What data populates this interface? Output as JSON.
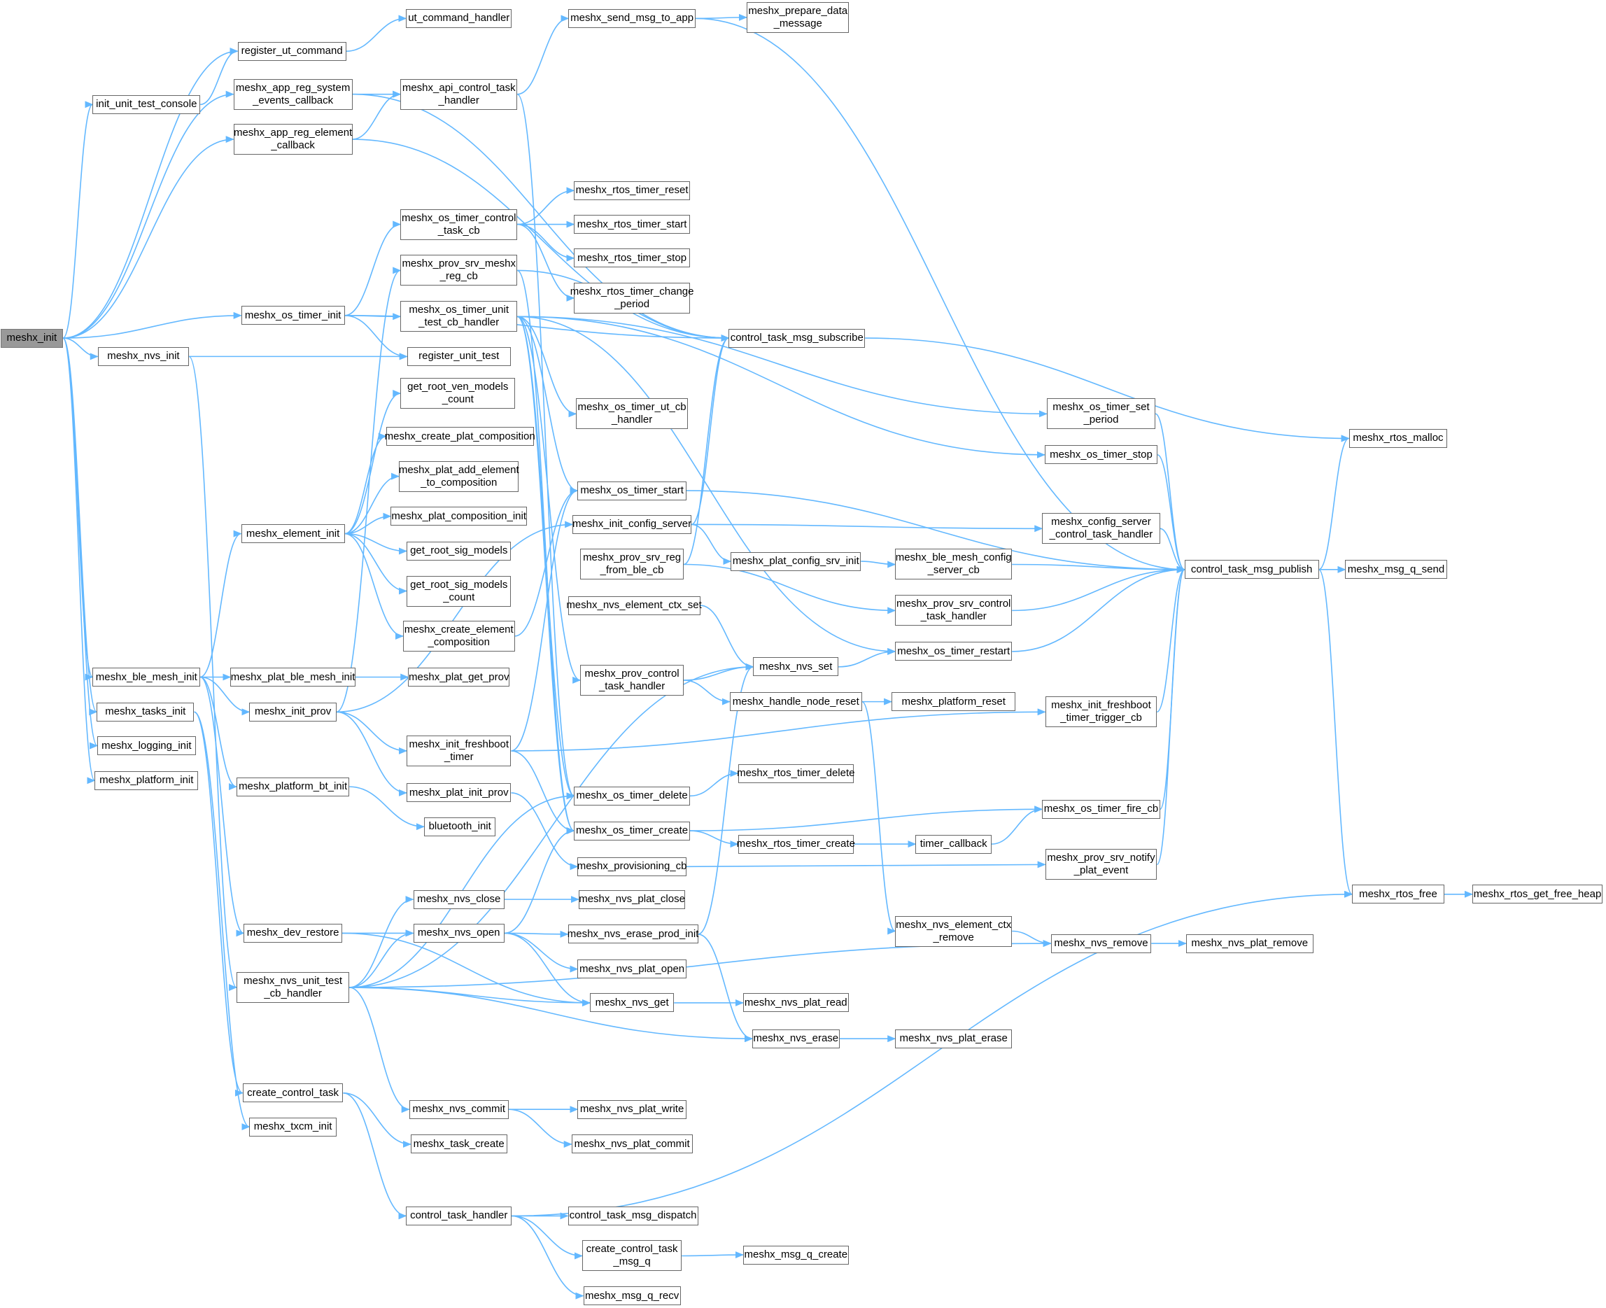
{
  "colors": {
    "edge": "#63b8ff",
    "border": "#666666",
    "root_fill": "#999999"
  },
  "nodes": [
    {
      "id": "init",
      "label": [
        "meshx_init"
      ],
      "root": true
    },
    {
      "id": "reg_ut",
      "label": [
        "register_ut_command"
      ]
    },
    {
      "id": "ut_h",
      "label": [
        "ut_command_handler"
      ]
    },
    {
      "id": "iutc",
      "label": [
        "init_unit_test_console"
      ]
    },
    {
      "id": "regsys",
      "label": [
        "meshx_app_reg_system",
        "_events_callback"
      ]
    },
    {
      "id": "regel",
      "label": [
        "meshx_app_reg_element",
        "_callback"
      ]
    },
    {
      "id": "apictl",
      "label": [
        "meshx_api_control_task",
        "_handler"
      ]
    },
    {
      "id": "sendapp",
      "label": [
        "meshx_send_msg_to_app"
      ]
    },
    {
      "id": "prepdata",
      "label": [
        "meshx_prepare_data",
        "_message"
      ]
    },
    {
      "id": "rt_reset",
      "label": [
        "meshx_rtos_timer_reset"
      ]
    },
    {
      "id": "rt_start",
      "label": [
        "meshx_rtos_timer_start"
      ]
    },
    {
      "id": "rt_stop",
      "label": [
        "meshx_rtos_timer_stop"
      ]
    },
    {
      "id": "rt_chg",
      "label": [
        "meshx_rtos_timer_change",
        "_period"
      ]
    },
    {
      "id": "ot_ctl",
      "label": [
        "meshx_os_timer_control",
        "_task_cb"
      ]
    },
    {
      "id": "prov_reg",
      "label": [
        "meshx_prov_srv_meshx",
        "_reg_cb"
      ]
    },
    {
      "id": "ot_ut",
      "label": [
        "meshx_os_timer_unit",
        "_test_cb_handler"
      ]
    },
    {
      "id": "ot_init",
      "label": [
        "meshx_os_timer_init"
      ]
    },
    {
      "id": "reg_unit",
      "label": [
        "register_unit_test"
      ]
    },
    {
      "id": "nvs_init",
      "label": [
        "meshx_nvs_init"
      ]
    },
    {
      "id": "subscribe",
      "label": [
        "control_task_msg_subscribe"
      ]
    },
    {
      "id": "ven_cnt",
      "label": [
        "get_root_ven_models",
        "_count"
      ]
    },
    {
      "id": "plat_comp",
      "label": [
        "meshx_create_plat_composition"
      ]
    },
    {
      "id": "add_el",
      "label": [
        "meshx_plat_add_element",
        "_to_composition"
      ]
    },
    {
      "id": "comp_init",
      "label": [
        "meshx_plat_composition_init"
      ]
    },
    {
      "id": "sig",
      "label": [
        "get_root_sig_models"
      ]
    },
    {
      "id": "sig_cnt",
      "label": [
        "get_root_sig_models",
        "_count"
      ]
    },
    {
      "id": "el_comp",
      "label": [
        "meshx_create_element",
        "_composition"
      ]
    },
    {
      "id": "el_init",
      "label": [
        "meshx_element_init"
      ]
    },
    {
      "id": "ot_utcb",
      "label": [
        "meshx_os_timer_ut_cb",
        "_handler"
      ]
    },
    {
      "id": "ot_start",
      "label": [
        "meshx_os_timer_start"
      ]
    },
    {
      "id": "cfg_srv",
      "label": [
        "meshx_init_config_server"
      ]
    },
    {
      "id": "prov_ble",
      "label": [
        "meshx_prov_srv_reg",
        "_from_ble_cb"
      ]
    },
    {
      "id": "ctx_set",
      "label": [
        "meshx_nvs_element_ctx_set"
      ]
    },
    {
      "id": "prov_ctl",
      "label": [
        "meshx_prov_control",
        "_task_handler"
      ]
    },
    {
      "id": "ot_setp",
      "label": [
        "meshx_os_timer_set",
        "_period"
      ]
    },
    {
      "id": "ot_stop",
      "label": [
        "meshx_os_timer_stop"
      ]
    },
    {
      "id": "cfg_ctl",
      "label": [
        "meshx_config_server",
        "_control_task_handler"
      ]
    },
    {
      "id": "plat_cfg",
      "label": [
        "meshx_plat_config_srv_init"
      ]
    },
    {
      "id": "ble_cfg",
      "label": [
        "meshx_ble_mesh_config",
        "_server_cb"
      ]
    },
    {
      "id": "prov_srv_ctl",
      "label": [
        "meshx_prov_srv_control",
        "_task_handler"
      ]
    },
    {
      "id": "ot_restart",
      "label": [
        "meshx_os_timer_restart"
      ]
    },
    {
      "id": "nvs_set",
      "label": [
        "meshx_nvs_set"
      ]
    },
    {
      "id": "node_reset",
      "label": [
        "meshx_handle_node_reset"
      ]
    },
    {
      "id": "plat_reset",
      "label": [
        "meshx_platform_reset"
      ]
    },
    {
      "id": "fb_trig",
      "label": [
        "meshx_init_freshboot",
        "_timer_trigger_cb"
      ]
    },
    {
      "id": "malloc",
      "label": [
        "meshx_rtos_malloc"
      ]
    },
    {
      "id": "publish",
      "label": [
        "control_task_msg_publish"
      ]
    },
    {
      "id": "q_send",
      "label": [
        "meshx_msg_q_send"
      ]
    },
    {
      "id": "ble_init",
      "label": [
        "meshx_ble_mesh_init"
      ]
    },
    {
      "id": "plat_ble",
      "label": [
        "meshx_plat_ble_mesh_init"
      ]
    },
    {
      "id": "get_prov",
      "label": [
        "meshx_plat_get_prov"
      ]
    },
    {
      "id": "tasks",
      "label": [
        "meshx_tasks_init"
      ]
    },
    {
      "id": "init_prov",
      "label": [
        "meshx_init_prov"
      ]
    },
    {
      "id": "logging",
      "label": [
        "meshx_logging_init"
      ]
    },
    {
      "id": "plat_init",
      "label": [
        "meshx_platform_init"
      ]
    },
    {
      "id": "fb_timer",
      "label": [
        "meshx_init_freshboot",
        "_timer"
      ]
    },
    {
      "id": "bt_init",
      "label": [
        "meshx_platform_bt_init"
      ]
    },
    {
      "id": "plat_iprov",
      "label": [
        "meshx_plat_init_prov"
      ]
    },
    {
      "id": "bluetooth",
      "label": [
        "bluetooth_init"
      ]
    },
    {
      "id": "ot_del",
      "label": [
        "meshx_os_timer_delete"
      ]
    },
    {
      "id": "rt_del",
      "label": [
        "meshx_rtos_timer_delete"
      ]
    },
    {
      "id": "ot_create",
      "label": [
        "meshx_os_timer_create"
      ]
    },
    {
      "id": "rt_create",
      "label": [
        "meshx_rtos_timer_create"
      ]
    },
    {
      "id": "tcb",
      "label": [
        "timer_callback"
      ]
    },
    {
      "id": "fire",
      "label": [
        "meshx_os_timer_fire_cb"
      ]
    },
    {
      "id": "provcb",
      "label": [
        "meshx_provisioning_cb"
      ]
    },
    {
      "id": "notify",
      "label": [
        "meshx_prov_srv_notify",
        "_plat_event"
      ]
    },
    {
      "id": "nvs_close",
      "label": [
        "meshx_nvs_close"
      ]
    },
    {
      "id": "p_close",
      "label": [
        "meshx_nvs_plat_close"
      ]
    },
    {
      "id": "restore",
      "label": [
        "meshx_dev_restore"
      ]
    },
    {
      "id": "nvs_open",
      "label": [
        "meshx_nvs_open"
      ]
    },
    {
      "id": "erase_prod",
      "label": [
        "meshx_nvs_erase_prod_init"
      ]
    },
    {
      "id": "ctx_rm",
      "label": [
        "meshx_nvs_element_ctx",
        "_remove"
      ]
    },
    {
      "id": "nvs_rm",
      "label": [
        "meshx_nvs_remove"
      ]
    },
    {
      "id": "p_rm",
      "label": [
        "meshx_nvs_plat_remove"
      ]
    },
    {
      "id": "free",
      "label": [
        "meshx_rtos_free"
      ]
    },
    {
      "id": "heap",
      "label": [
        "meshx_rtos_get_free_heap"
      ]
    },
    {
      "id": "nvs_ut",
      "label": [
        "meshx_nvs_unit_test",
        "_cb_handler"
      ]
    },
    {
      "id": "p_open",
      "label": [
        "meshx_nvs_plat_open"
      ]
    },
    {
      "id": "nvs_get",
      "label": [
        "meshx_nvs_get"
      ]
    },
    {
      "id": "p_read",
      "label": [
        "meshx_nvs_plat_read"
      ]
    },
    {
      "id": "nvs_erase",
      "label": [
        "meshx_nvs_erase"
      ]
    },
    {
      "id": "p_erase",
      "label": [
        "meshx_nvs_plat_erase"
      ]
    },
    {
      "id": "cct",
      "label": [
        "create_control_task"
      ]
    },
    {
      "id": "commit",
      "label": [
        "meshx_nvs_commit"
      ]
    },
    {
      "id": "p_write",
      "label": [
        "meshx_nvs_plat_write"
      ]
    },
    {
      "id": "p_commit",
      "label": [
        "meshx_nvs_plat_commit"
      ]
    },
    {
      "id": "txcm",
      "label": [
        "meshx_txcm_init"
      ]
    },
    {
      "id": "tcreate",
      "label": [
        "meshx_task_create"
      ]
    },
    {
      "id": "cth",
      "label": [
        "control_task_handler"
      ]
    },
    {
      "id": "dispatch",
      "label": [
        "control_task_msg_dispatch"
      ]
    },
    {
      "id": "mkq",
      "label": [
        "create_control_task",
        "_msg_q"
      ]
    },
    {
      "id": "qcreate",
      "label": [
        "meshx_msg_q_create"
      ]
    },
    {
      "id": "qrecv",
      "label": [
        "meshx_msg_q_recv"
      ]
    }
  ],
  "edges": [
    [
      "init",
      "reg_ut"
    ],
    [
      "init",
      "iutc"
    ],
    [
      "init",
      "regsys"
    ],
    [
      "init",
      "regel"
    ],
    [
      "init",
      "ot_init"
    ],
    [
      "init",
      "nvs_init"
    ],
    [
      "init",
      "ble_init"
    ],
    [
      "init",
      "tasks"
    ],
    [
      "init",
      "logging"
    ],
    [
      "init",
      "plat_init"
    ],
    [
      "reg_ut",
      "ut_h"
    ],
    [
      "iutc",
      "reg_ut"
    ],
    [
      "regsys",
      "apictl"
    ],
    [
      "regsys",
      "subscribe"
    ],
    [
      "regel",
      "apictl"
    ],
    [
      "regel",
      "subscribe"
    ],
    [
      "apictl",
      "sendapp"
    ],
    [
      "apictl",
      "ot_del"
    ],
    [
      "sendapp",
      "prepdata"
    ],
    [
      "sendapp",
      "publish"
    ],
    [
      "ot_init",
      "ot_ctl"
    ],
    [
      "ot_init",
      "ot_ut"
    ],
    [
      "ot_init",
      "reg_unit"
    ],
    [
      "ot_init",
      "subscribe"
    ],
    [
      "ot_ctl",
      "rt_reset"
    ],
    [
      "ot_ctl",
      "rt_start"
    ],
    [
      "ot_ctl",
      "rt_stop"
    ],
    [
      "ot_ctl",
      "rt_chg"
    ],
    [
      "prov_reg",
      "subscribe"
    ],
    [
      "prov_reg",
      "ot_create"
    ],
    [
      "ot_ut",
      "ot_utcb"
    ],
    [
      "ot_ut",
      "ot_start"
    ],
    [
      "ot_ut",
      "ot_setp"
    ],
    [
      "ot_ut",
      "ot_stop"
    ],
    [
      "ot_ut",
      "ot_restart"
    ],
    [
      "ot_ut",
      "ot_del"
    ],
    [
      "ot_ut",
      "ot_create"
    ],
    [
      "ot_ut",
      "prov_ctl"
    ],
    [
      "nvs_init",
      "reg_unit"
    ],
    [
      "nvs_init",
      "nvs_ut"
    ],
    [
      "subscribe",
      "malloc"
    ],
    [
      "ot_setp",
      "publish"
    ],
    [
      "ot_stop",
      "publish"
    ],
    [
      "ot_start",
      "publish"
    ],
    [
      "cfg_ctl",
      "publish"
    ],
    [
      "ble_cfg",
      "publish"
    ],
    [
      "prov_srv_ctl",
      "publish"
    ],
    [
      "ot_restart",
      "publish"
    ],
    [
      "fb_trig",
      "publish"
    ],
    [
      "fire",
      "publish"
    ],
    [
      "notify",
      "publish"
    ],
    [
      "publish",
      "malloc"
    ],
    [
      "publish",
      "q_send"
    ],
    [
      "publish",
      "free"
    ],
    [
      "free",
      "heap"
    ],
    [
      "el_init",
      "ven_cnt"
    ],
    [
      "el_init",
      "plat_comp"
    ],
    [
      "el_init",
      "add_el"
    ],
    [
      "el_init",
      "comp_init"
    ],
    [
      "el_init",
      "sig"
    ],
    [
      "el_init",
      "sig_cnt"
    ],
    [
      "el_init",
      "el_comp"
    ],
    [
      "el_comp",
      "ot_start"
    ],
    [
      "cfg_srv",
      "subscribe"
    ],
    [
      "cfg_srv",
      "cfg_ctl"
    ],
    [
      "cfg_srv",
      "plat_cfg"
    ],
    [
      "plat_cfg",
      "ble_cfg"
    ],
    [
      "prov_ble",
      "subscribe"
    ],
    [
      "prov_ble",
      "prov_srv_ctl"
    ],
    [
      "ctx_set",
      "nvs_set"
    ],
    [
      "prov_ctl",
      "nvs_set"
    ],
    [
      "prov_ctl",
      "node_reset"
    ],
    [
      "node_reset",
      "plat_reset"
    ],
    [
      "node_reset",
      "ctx_rm"
    ],
    [
      "nvs_set",
      "ot_restart"
    ],
    [
      "ble_init",
      "el_init"
    ],
    [
      "ble_init",
      "plat_ble"
    ],
    [
      "ble_init",
      "init_prov"
    ],
    [
      "ble_init",
      "bt_init"
    ],
    [
      "ble_init",
      "restore"
    ],
    [
      "plat_ble",
      "get_prov"
    ],
    [
      "tasks",
      "cct"
    ],
    [
      "tasks",
      "txcm"
    ],
    [
      "init_prov",
      "prov_reg"
    ],
    [
      "init_prov",
      "fb_timer"
    ],
    [
      "init_prov",
      "plat_iprov"
    ],
    [
      "init_prov",
      "cfg_srv"
    ],
    [
      "fb_timer",
      "fb_trig"
    ],
    [
      "fb_timer",
      "ot_create"
    ],
    [
      "fb_timer",
      "ot_start"
    ],
    [
      "bt_init",
      "bluetooth"
    ],
    [
      "plat_iprov",
      "provcb"
    ],
    [
      "ot_del",
      "rt_del"
    ],
    [
      "ot_create",
      "rt_create"
    ],
    [
      "ot_create",
      "fire"
    ],
    [
      "rt_create",
      "tcb"
    ],
    [
      "tcb",
      "fire"
    ],
    [
      "provcb",
      "notify"
    ],
    [
      "nvs_close",
      "p_close"
    ],
    [
      "restore",
      "nvs_open"
    ],
    [
      "restore",
      "nvs_get"
    ],
    [
      "nvs_open",
      "erase_prod"
    ],
    [
      "nvs_open",
      "p_open"
    ],
    [
      "nvs_open",
      "nvs_get"
    ],
    [
      "nvs_open",
      "ot_create"
    ],
    [
      "erase_prod",
      "nvs_set"
    ],
    [
      "erase_prod",
      "nvs_erase"
    ],
    [
      "ctx_rm",
      "nvs_rm"
    ],
    [
      "nvs_rm",
      "p_rm"
    ],
    [
      "nvs_ut",
      "nvs_close"
    ],
    [
      "nvs_ut",
      "nvs_open"
    ],
    [
      "nvs_ut",
      "nvs_get"
    ],
    [
      "nvs_ut",
      "nvs_erase"
    ],
    [
      "nvs_ut",
      "nvs_rm"
    ],
    [
      "nvs_ut",
      "commit"
    ],
    [
      "nvs_ut",
      "nvs_set"
    ],
    [
      "nvs_ut",
      "ot_del"
    ],
    [
      "nvs_get",
      "p_read"
    ],
    [
      "nvs_erase",
      "p_erase"
    ],
    [
      "cct",
      "tcreate"
    ],
    [
      "cct",
      "cth"
    ],
    [
      "commit",
      "p_write"
    ],
    [
      "commit",
      "p_commit"
    ],
    [
      "cth",
      "dispatch"
    ],
    [
      "cth",
      "mkq"
    ],
    [
      "cth",
      "qrecv"
    ],
    [
      "cth",
      "free"
    ],
    [
      "mkq",
      "qcreate"
    ]
  ]
}
